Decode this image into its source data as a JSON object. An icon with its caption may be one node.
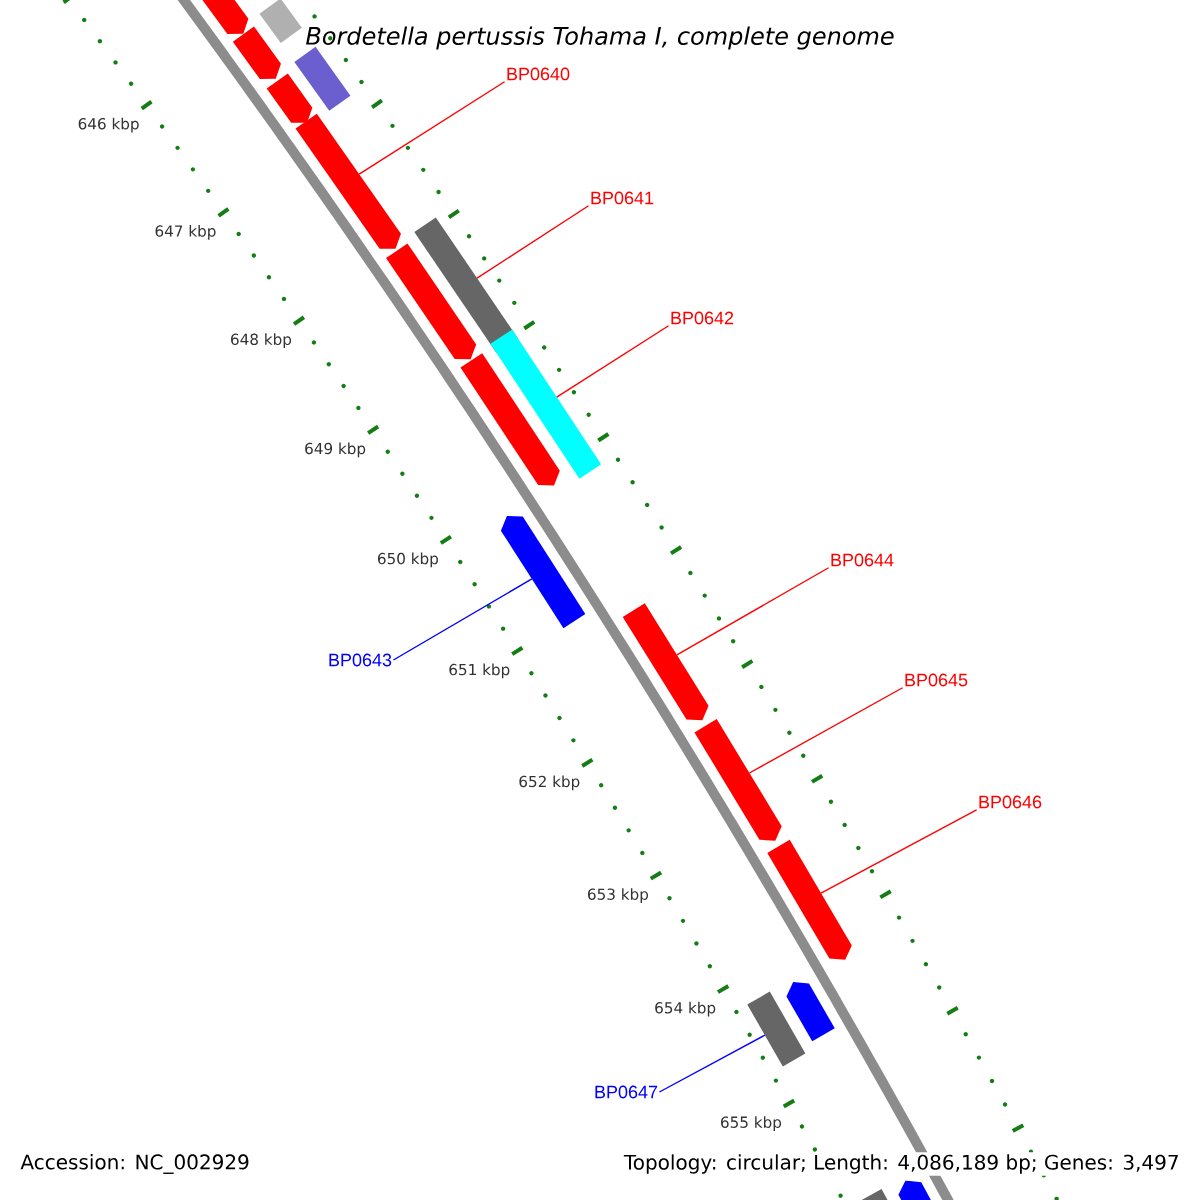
{
  "diagram": {
    "title": "Bordetella pertussis Tohama I, complete genome",
    "nodes": [
      {
        "text": [
          "BP0640"
        ]
      },
      {
        "text": [
          "BP0641"
        ]
      },
      {
        "text": [
          "BP0642"
        ]
      },
      {
        "text": [
          "BP0644"
        ]
      },
      {
        "text": [
          "BP0643"
        ]
      },
      {
        "text": [
          "BP0645"
        ]
      },
      {
        "text": [
          "BP0646"
        ]
      },
      {
        "text": [
          "BP0647"
        ]
      },
      {
        "text": [],
        "shape": "bar"
      },
      {
        "text": [],
        "shape": "box"
      },
      {
        "text": [],
        "shape": "bar"
      },
      {
        "text": [],
        "shape": "box"
      },
      {
        "text": [],
        "shape": "bar"
      },
      {
        "text": [],
        "shape": "bar"
      },
      {
        "text": [],
        "shape": "box"
      },
      {
        "text": [],
        "shape": "bar"
      },
      {
        "text": [],
        "shape": "box"
      },
      {
        "text": [],
        "shape": "bar"
      },
      {
        "text": [],
        "shape": "bar"
      },
      {
        "text": [],
        "shape": "bar"
      },
      {
        "text": [],
        "shape": "bar"
      },
      {
        "text": [],
        "shape": "bar"
      },
      {
        "text": [],
        "shape": "bar"
      },
      {
        "text": [],
        "shape": "box"
      },
      {
        "text": [],
        "shape": "bar"
      },
      {
        "text": [],
        "shape": "box"
      }
    ],
    "edges": [
      {
        "from": 0,
        "to": 13,
        "arrow": "none",
        "color": "#ff0000"
      },
      {
        "from": 1,
        "to": 14,
        "arrow": "none",
        "color": "#ff0000"
      },
      {
        "from": 2,
        "to": 16,
        "arrow": "none",
        "color": "#ff0000"
      },
      {
        "from": 3,
        "to": 19,
        "arrow": "none",
        "color": "#ff0000"
      },
      {
        "from": 4,
        "to": 18,
        "arrow": "none",
        "color": "#0000ff"
      },
      {
        "from": 5,
        "to": 20,
        "arrow": "none",
        "color": "#ff0000"
      },
      {
        "from": 6,
        "to": 21,
        "arrow": "none",
        "color": "#ff0000"
      },
      {
        "from": 7,
        "to": 23,
        "arrow": "none",
        "color": "#0000ff"
      }
    ],
    "labels": [
      "646 kbp",
      "647 kbp",
      "648 kbp",
      "649 kbp",
      "650 kbp",
      "651 kbp",
      "652 kbp",
      "653 kbp",
      "654 kbp",
      "655 kbp",
      "Accession: NC_002929",
      "Topology: circular; Length: 4,086,189 bp; Genes: 3,497"
    ]
  }
}
